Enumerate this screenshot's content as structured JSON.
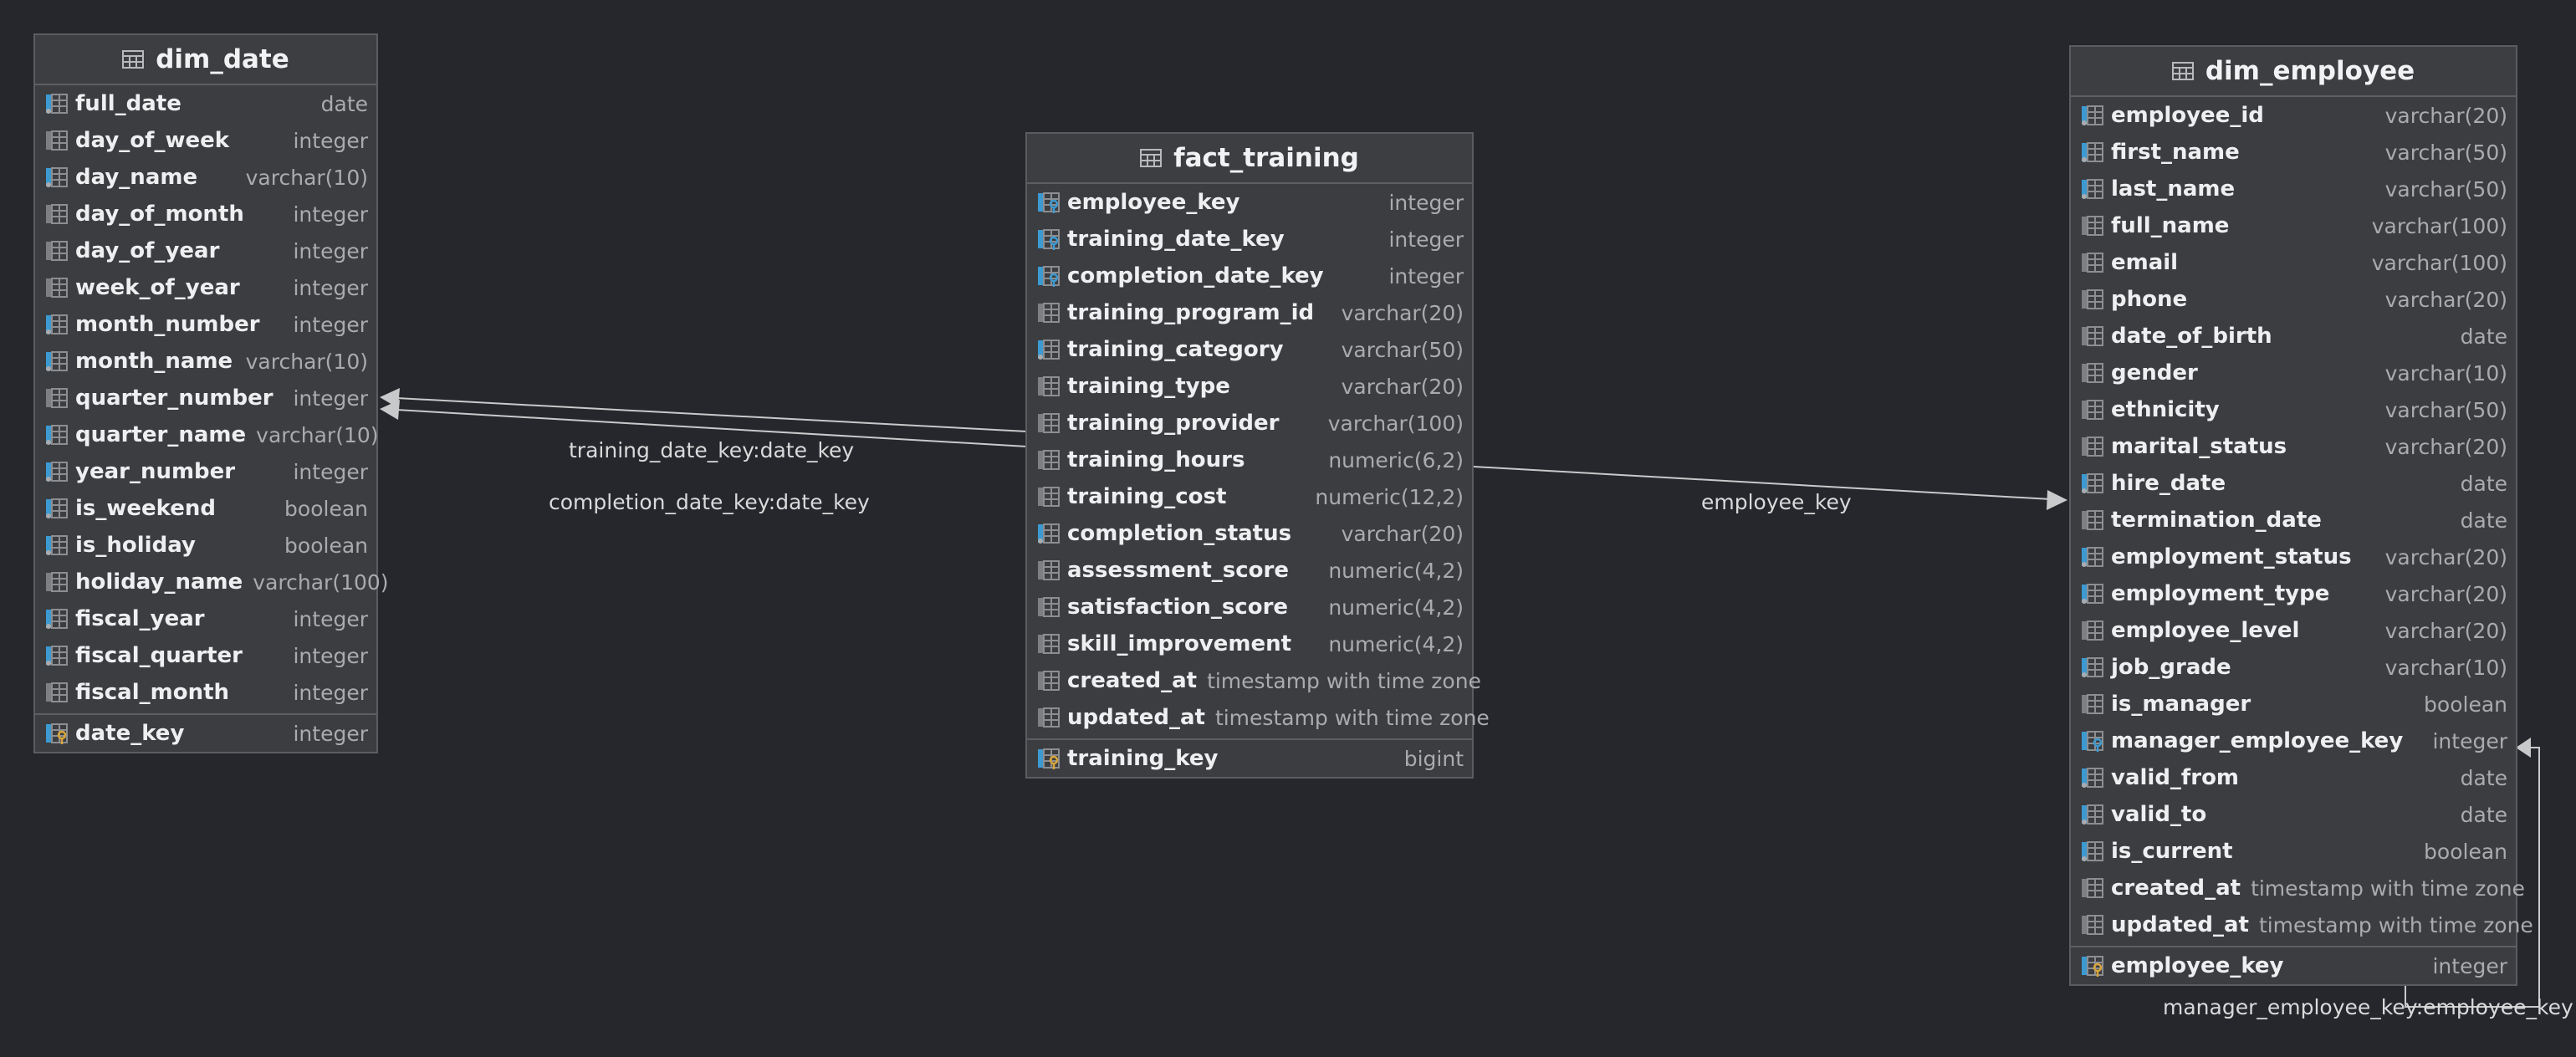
{
  "tables": {
    "dim_date": {
      "name": "dim_date",
      "columns": [
        {
          "name": "full_date",
          "type": "date",
          "icon": "indexed-column-icon"
        },
        {
          "name": "day_of_week",
          "type": "integer",
          "icon": "column-icon"
        },
        {
          "name": "day_name",
          "type": "varchar(10)",
          "icon": "indexed-column-icon"
        },
        {
          "name": "day_of_month",
          "type": "integer",
          "icon": "column-icon"
        },
        {
          "name": "day_of_year",
          "type": "integer",
          "icon": "column-icon"
        },
        {
          "name": "week_of_year",
          "type": "integer",
          "icon": "column-icon"
        },
        {
          "name": "month_number",
          "type": "integer",
          "icon": "indexed-column-icon"
        },
        {
          "name": "month_name",
          "type": "varchar(10)",
          "icon": "indexed-column-icon"
        },
        {
          "name": "quarter_number",
          "type": "integer",
          "icon": "column-icon"
        },
        {
          "name": "quarter_name",
          "type": "varchar(10)",
          "icon": "indexed-column-icon"
        },
        {
          "name": "year_number",
          "type": "integer",
          "icon": "indexed-column-icon"
        },
        {
          "name": "is_weekend",
          "type": "boolean",
          "icon": "indexed-column-icon"
        },
        {
          "name": "is_holiday",
          "type": "boolean",
          "icon": "indexed-column-icon"
        },
        {
          "name": "holiday_name",
          "type": "varchar(100)",
          "icon": "column-icon"
        },
        {
          "name": "fiscal_year",
          "type": "integer",
          "icon": "indexed-column-icon"
        },
        {
          "name": "fiscal_quarter",
          "type": "integer",
          "icon": "indexed-column-icon"
        },
        {
          "name": "fiscal_month",
          "type": "integer",
          "icon": "column-icon"
        }
      ],
      "key": {
        "name": "date_key",
        "type": "integer",
        "icon": "primary-key-icon"
      }
    },
    "fact_training": {
      "name": "fact_training",
      "columns": [
        {
          "name": "employee_key",
          "type": "integer",
          "icon": "foreign-key-icon"
        },
        {
          "name": "training_date_key",
          "type": "integer",
          "icon": "foreign-key-icon"
        },
        {
          "name": "completion_date_key",
          "type": "integer",
          "icon": "foreign-key-icon"
        },
        {
          "name": "training_program_id",
          "type": "varchar(20)",
          "icon": "column-icon"
        },
        {
          "name": "training_category",
          "type": "varchar(50)",
          "icon": "indexed-column-icon"
        },
        {
          "name": "training_type",
          "type": "varchar(20)",
          "icon": "column-icon"
        },
        {
          "name": "training_provider",
          "type": "varchar(100)",
          "icon": "column-icon"
        },
        {
          "name": "training_hours",
          "type": "numeric(6,2)",
          "icon": "column-icon"
        },
        {
          "name": "training_cost",
          "type": "numeric(12,2)",
          "icon": "column-icon"
        },
        {
          "name": "completion_status",
          "type": "varchar(20)",
          "icon": "indexed-column-icon"
        },
        {
          "name": "assessment_score",
          "type": "numeric(4,2)",
          "icon": "column-icon"
        },
        {
          "name": "satisfaction_score",
          "type": "numeric(4,2)",
          "icon": "column-icon"
        },
        {
          "name": "skill_improvement",
          "type": "numeric(4,2)",
          "icon": "column-icon"
        },
        {
          "name": "created_at",
          "type": "timestamp with time zone",
          "icon": "column-icon"
        },
        {
          "name": "updated_at",
          "type": "timestamp with time zone",
          "icon": "column-icon"
        }
      ],
      "key": {
        "name": "training_key",
        "type": "bigint",
        "icon": "primary-key-icon"
      }
    },
    "dim_employee": {
      "name": "dim_employee",
      "columns": [
        {
          "name": "employee_id",
          "type": "varchar(20)",
          "icon": "indexed-column-icon"
        },
        {
          "name": "first_name",
          "type": "varchar(50)",
          "icon": "indexed-column-icon"
        },
        {
          "name": "last_name",
          "type": "varchar(50)",
          "icon": "indexed-column-icon"
        },
        {
          "name": "full_name",
          "type": "varchar(100)",
          "icon": "column-icon"
        },
        {
          "name": "email",
          "type": "varchar(100)",
          "icon": "column-icon"
        },
        {
          "name": "phone",
          "type": "varchar(20)",
          "icon": "column-icon"
        },
        {
          "name": "date_of_birth",
          "type": "date",
          "icon": "column-icon"
        },
        {
          "name": "gender",
          "type": "varchar(10)",
          "icon": "column-icon"
        },
        {
          "name": "ethnicity",
          "type": "varchar(50)",
          "icon": "column-icon"
        },
        {
          "name": "marital_status",
          "type": "varchar(20)",
          "icon": "column-icon"
        },
        {
          "name": "hire_date",
          "type": "date",
          "icon": "indexed-column-icon"
        },
        {
          "name": "termination_date",
          "type": "date",
          "icon": "column-icon"
        },
        {
          "name": "employment_status",
          "type": "varchar(20)",
          "icon": "indexed-column-icon"
        },
        {
          "name": "employment_type",
          "type": "varchar(20)",
          "icon": "indexed-column-icon"
        },
        {
          "name": "employee_level",
          "type": "varchar(20)",
          "icon": "column-icon"
        },
        {
          "name": "job_grade",
          "type": "varchar(10)",
          "icon": "indexed-column-icon"
        },
        {
          "name": "is_manager",
          "type": "boolean",
          "icon": "column-icon"
        },
        {
          "name": "manager_employee_key",
          "type": "integer",
          "icon": "foreign-key-icon"
        },
        {
          "name": "valid_from",
          "type": "date",
          "icon": "indexed-column-icon"
        },
        {
          "name": "valid_to",
          "type": "date",
          "icon": "indexed-column-icon"
        },
        {
          "name": "is_current",
          "type": "boolean",
          "icon": "indexed-column-icon"
        },
        {
          "name": "created_at",
          "type": "timestamp with time zone",
          "icon": "column-icon"
        },
        {
          "name": "updated_at",
          "type": "timestamp with time zone",
          "icon": "column-icon"
        }
      ],
      "key": {
        "name": "employee_key",
        "type": "integer",
        "icon": "primary-key-icon"
      }
    }
  },
  "relationships": {
    "training_date": "training_date_key:date_key",
    "completion_date": "completion_date_key:date_key",
    "employee": "employee_key",
    "manager": "manager_employee_key:employee_key"
  },
  "colors": {
    "background": "#25272c",
    "table_fill": "#3b3d40",
    "accent_blue": "#3d9ad1",
    "key_gold": "#d8a53a",
    "line": "#c8c9cb"
  }
}
